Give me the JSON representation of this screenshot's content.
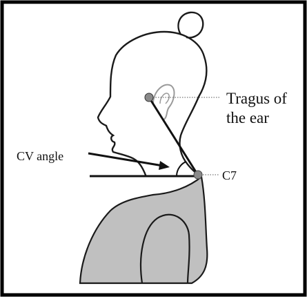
{
  "diagram": {
    "labels": {
      "tragus_line1": "Tragus of",
      "tragus_line2": "the ear",
      "cv_angle": "CV angle",
      "c7": "C7"
    },
    "colors": {
      "border": "#000000",
      "outline": "#1a1a1a",
      "torso_fill": "#c0c0c0",
      "marker_fill": "#8a8a8a",
      "ear": "#9a9a9a",
      "dotted_leader": "#555555"
    }
  }
}
